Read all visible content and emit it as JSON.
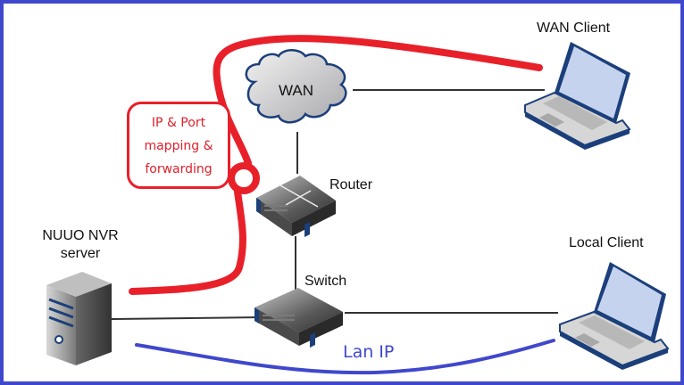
{
  "diagram": {
    "title": "NUUO NVR network access diagram",
    "colors": {
      "frame": "#3f48cc",
      "wan_path": "#e8202a",
      "lan_path": "#3f48cc",
      "links": "#333333",
      "device_blue": "#1b3f7a",
      "screen": "#c5d3ee"
    },
    "nodes": {
      "wan": {
        "label": "WAN",
        "icon": "cloud-icon"
      },
      "router": {
        "label": "Router",
        "icon": "router-icon"
      },
      "switch": {
        "label": "Switch",
        "icon": "switch-icon"
      },
      "server": {
        "label_line1": "NUUO NVR",
        "label_line2": "server",
        "icon": "server-icon"
      },
      "wan_client": {
        "label": "WAN Client",
        "icon": "laptop-icon"
      },
      "local_client": {
        "label": "Local Client",
        "icon": "laptop-icon"
      }
    },
    "callout": {
      "line1": "IP & Port",
      "line2": "mapping &",
      "line3": "forwarding"
    },
    "lan_label": "Lan IP",
    "links": [
      {
        "from": "wan",
        "to": "wan_client"
      },
      {
        "from": "wan",
        "to": "router"
      },
      {
        "from": "router",
        "to": "switch"
      },
      {
        "from": "switch",
        "to": "server"
      },
      {
        "from": "switch",
        "to": "local_client"
      }
    ],
    "paths": [
      {
        "name": "wan-access-path",
        "from": "server",
        "via": "router",
        "to": "wan_client",
        "color": "red"
      },
      {
        "name": "lan-access-path",
        "from": "server",
        "to": "local_client",
        "color": "blue"
      }
    ]
  }
}
